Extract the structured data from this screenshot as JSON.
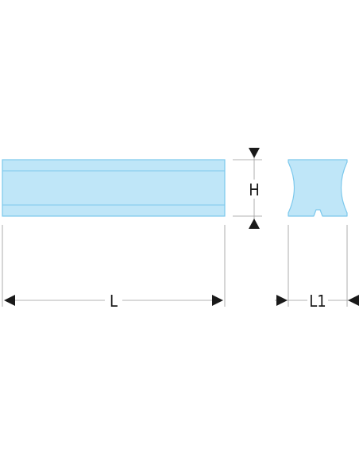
{
  "labels": {
    "height": "H",
    "length": "L",
    "width": "L1"
  },
  "colors": {
    "fill": "#bfe6f8",
    "outline": "#7cc8ec",
    "dimension": "#1a1a1a",
    "extension": "#9a9a9a"
  }
}
